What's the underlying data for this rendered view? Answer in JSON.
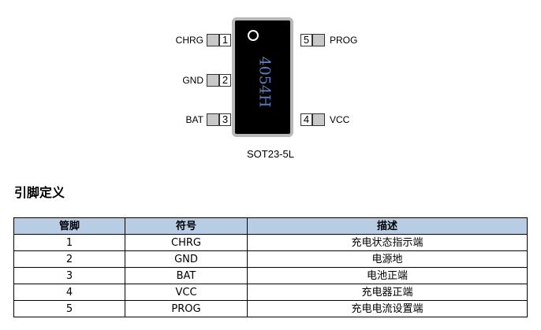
{
  "chip": {
    "marking": "4054H",
    "package": "SOT23-5L",
    "pins_left": [
      {
        "number": "1",
        "label": "CHRG"
      },
      {
        "number": "2",
        "label": "GND"
      },
      {
        "number": "3",
        "label": "BAT"
      }
    ],
    "pins_right": [
      {
        "number": "5",
        "label": "PROG"
      },
      {
        "number": "4",
        "label": "VCC"
      }
    ]
  },
  "section_title": "引脚定义",
  "table": {
    "headers": [
      "管脚",
      "符号",
      "描述"
    ],
    "rows": [
      [
        "1",
        "CHRG",
        "充电状态指示端"
      ],
      [
        "2",
        "GND",
        "电源地"
      ],
      [
        "3",
        "BAT",
        "电池正端"
      ],
      [
        "4",
        "VCC",
        "充电器正端"
      ],
      [
        "5",
        "PROG",
        "充电电流设置端"
      ]
    ],
    "header_color": "#b8cce4"
  }
}
